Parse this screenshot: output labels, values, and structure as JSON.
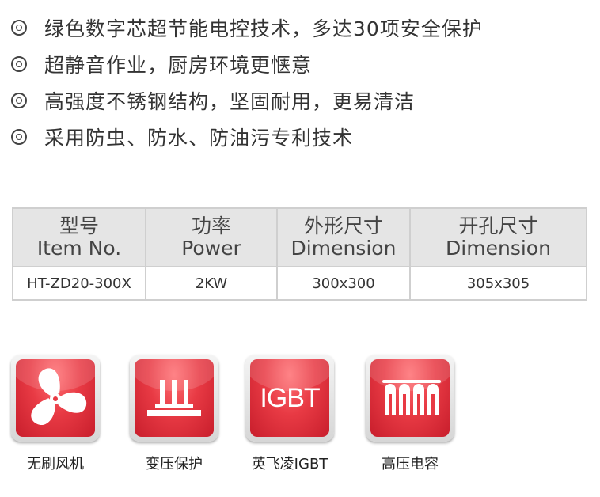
{
  "features": [
    "绿色数字芯超节能电控技术，多达30项安全保护",
    "超静音作业，厨房环境更惬意",
    "高强度不锈钢结构，坚固耐用，更易清洁",
    "采用防虫、防水、防油污专利技术"
  ],
  "spec_table": {
    "headers": [
      {
        "cn": "型号",
        "en": "Item No."
      },
      {
        "cn": "功率",
        "en": "Power"
      },
      {
        "cn": "外形尺寸",
        "en": "Dimension"
      },
      {
        "cn": "开孔尺寸",
        "en": "Dimension"
      }
    ],
    "rows": [
      [
        "HT-ZD20-300X",
        "2KW",
        "300x300",
        "305x305"
      ]
    ]
  },
  "feature_icons": [
    {
      "icon": "fan-icon",
      "label": "无刷风机"
    },
    {
      "icon": "transformer-icon",
      "label": "变压保护"
    },
    {
      "icon": "igbt-icon",
      "text": "IGBT",
      "label": "英飞凌IGBT"
    },
    {
      "icon": "capacitor-icon",
      "label": "高压电容"
    }
  ],
  "colors": {
    "icon_red": "#e83a44",
    "header_gray": "#e5e5e5",
    "border": "#cfcfcf"
  }
}
